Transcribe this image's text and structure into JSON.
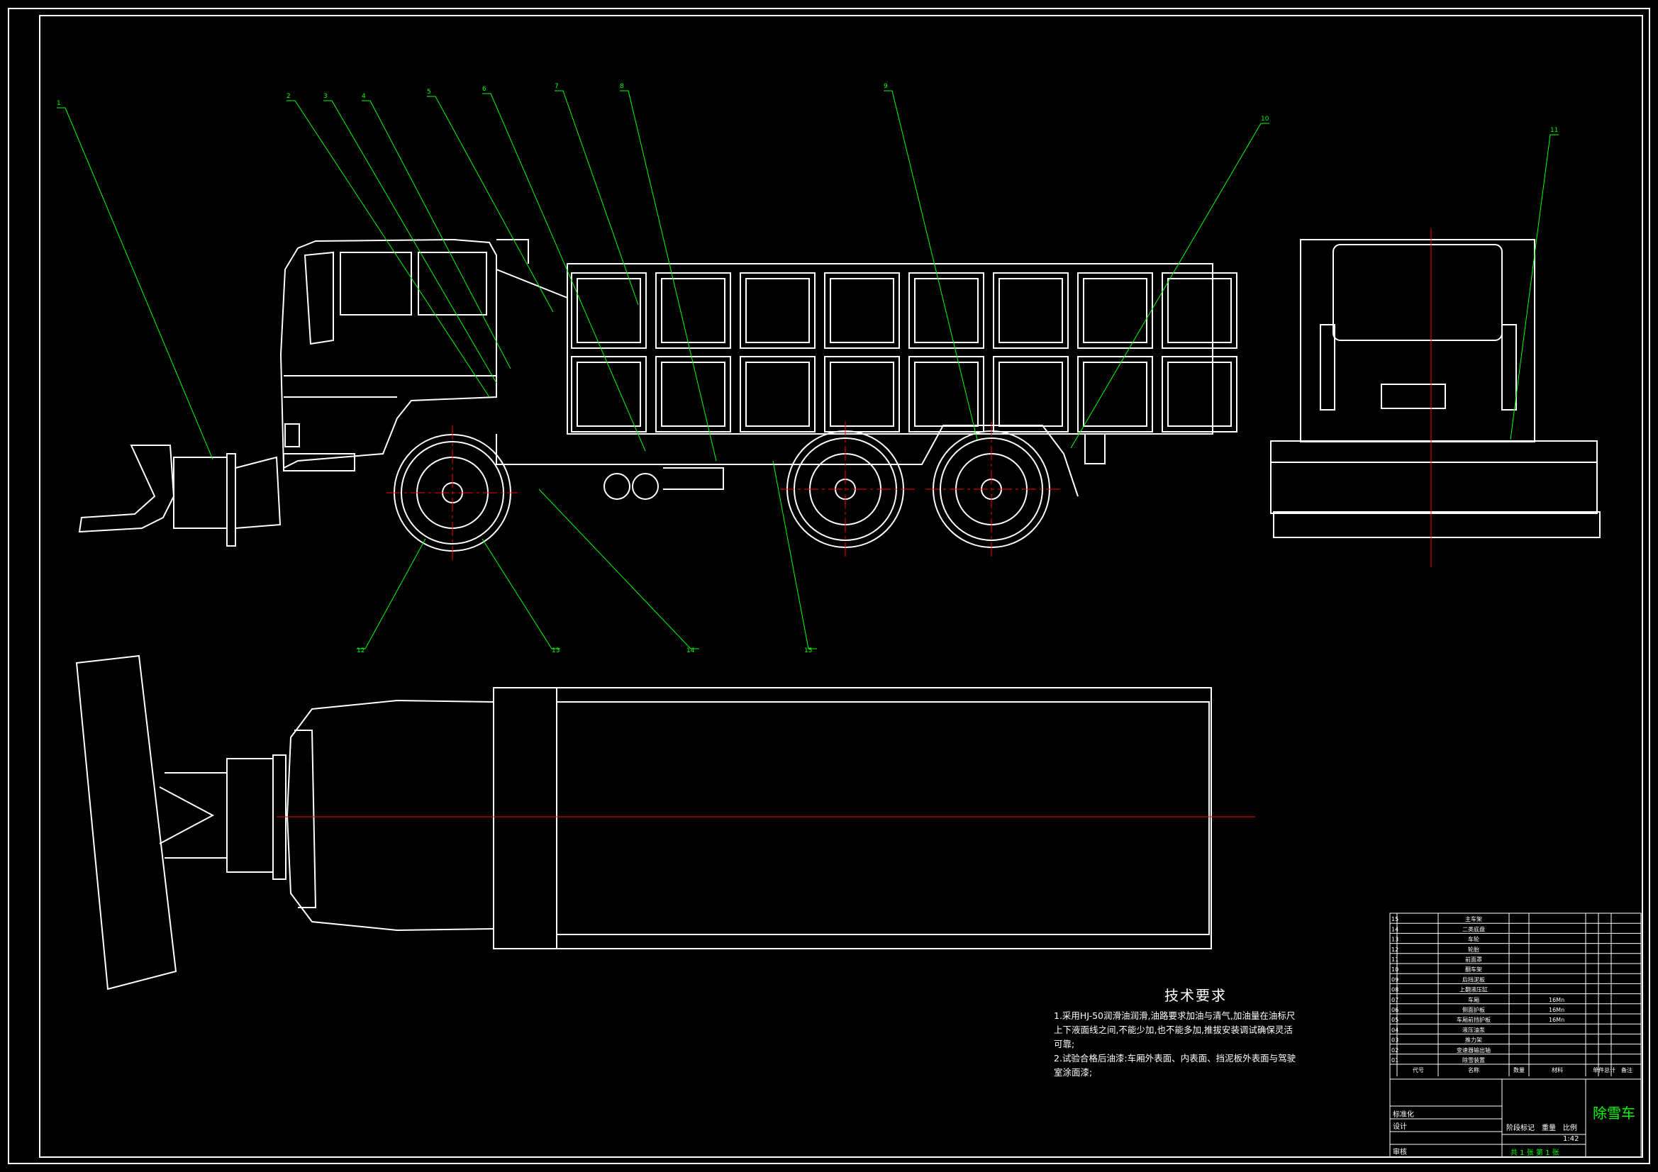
{
  "colors": {
    "background": "#000000",
    "line": "#ffffff",
    "leader": "#00ff00",
    "centerline": "#ff0000",
    "balloon_text": "#00ff00",
    "title": "#00ff00"
  },
  "callouts": [
    "1",
    "2",
    "3",
    "4",
    "5",
    "6",
    "7",
    "8",
    "9",
    "10",
    "11",
    "12",
    "13",
    "14",
    "15"
  ],
  "tech_requirements": {
    "title": "技术要求",
    "lines": [
      "1.采用HJ-50润滑油润滑,油路要求加油与清气,加油量在油标尺",
      "上下液面线之间,不能少加,也不能多加,推拔安装调试确保灵活",
      "可靠;",
      "2.试验合格后油漆:车厢外表面、内表面、挡泥板外表面与驾驶",
      "室涂面漆;"
    ]
  },
  "parts_list": {
    "rows": [
      {
        "no": "15",
        "name": "主车架"
      },
      {
        "no": "14",
        "name": "二类底盘"
      },
      {
        "no": "13",
        "name": "车轮"
      },
      {
        "no": "12",
        "name": "轮胎"
      },
      {
        "no": "11",
        "name": "前面罩"
      },
      {
        "no": "10",
        "name": "翻车架"
      },
      {
        "no": "09",
        "name": "后挡泥板"
      },
      {
        "no": "08",
        "name": "上翻液压缸"
      },
      {
        "no": "07",
        "name": "车厢",
        "material": "16Mn"
      },
      {
        "no": "06",
        "name": "侧面护板",
        "material": "16Mn"
      },
      {
        "no": "05",
        "name": "车厢前挡护板",
        "material": "16Mn"
      },
      {
        "no": "04",
        "name": "液压油泵"
      },
      {
        "no": "03",
        "name": "推力架"
      },
      {
        "no": "02",
        "name": "变速器输出轴"
      },
      {
        "no": "01",
        "name": "除雪装置"
      }
    ],
    "header": {
      "no": "代号",
      "name": "名称",
      "qty": "数量",
      "material": "材料",
      "mass": "单件总计",
      "remark": "备注"
    }
  },
  "title_block": {
    "title": "除雪车",
    "labels": {
      "design": "设计",
      "check": "审核",
      "stage": "阶段标记",
      "weight": "重量",
      "scale": "比例",
      "scale_value": "1:42",
      "sheets": "共 1 张  第 1 张",
      "std": "标准化"
    }
  }
}
